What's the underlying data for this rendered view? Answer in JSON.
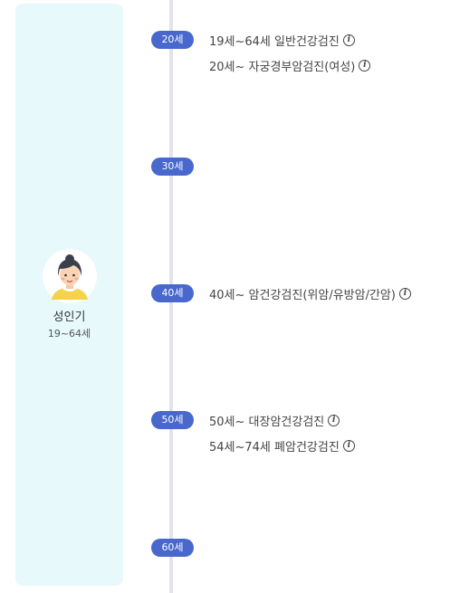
{
  "stage": {
    "name": "성인기",
    "range": "19~64세"
  },
  "milestones": [
    {
      "age": "20세",
      "exams": [
        "19세~64세 일반건강검진",
        "20세~ 자궁경부암검진(여성)"
      ]
    },
    {
      "age": "30세",
      "exams": []
    },
    {
      "age": "40세",
      "exams": [
        "40세~ 암건강검진(위암/유방암/간암)"
      ]
    },
    {
      "age": "50세",
      "exams": [
        "50세~ 대장암건강검진",
        "54세~74세 폐암건강검진"
      ]
    },
    {
      "age": "60세",
      "exams": []
    }
  ],
  "icons": {
    "info": "info-icon",
    "avatar": "woman-avatar"
  },
  "colors": {
    "panel_bg": "#e8f9fc",
    "badge_bg": "#4868cd",
    "timeline": "#e2e3ec"
  }
}
